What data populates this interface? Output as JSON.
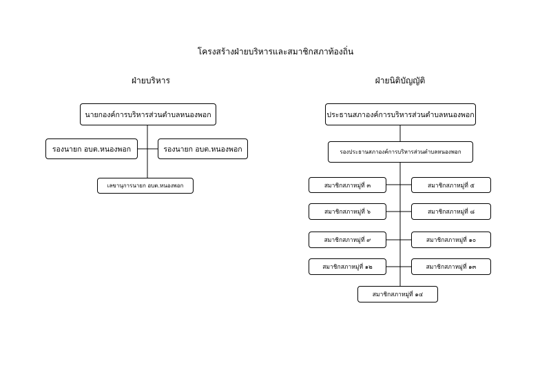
{
  "title": "โครงสร้างฝ่ายบริหารและสมาชิกสภาท้องถิ่น",
  "executive": {
    "heading": "ฝ่ายบริหาร",
    "mayor": "นายกองค์การบริหารส่วนตำบลหนองพอก",
    "deputy_left": "รองนายก อบต.หนองพอก",
    "deputy_right": "รองนายก อบต.หนองพอก",
    "secretary": "เลขานุการนายก อบต.หนองพอก"
  },
  "legislative": {
    "heading": "ฝ่ายนิติบัญญัติ",
    "chair": "ประธานสภาองค์การบริหารส่วนตำบลหนองพอก",
    "vice_chair": "รองประธานสภาองค์การบริหารส่วนตำบลหนองพอก",
    "members": [
      "สมาชิกสภาหมู่ที่ ๓",
      "สมาชิกสภาหมู่ที่ ๕",
      "สมาชิกสภาหมู่ที่ ๖",
      "สมาชิกสภาหมู่ที่ ๘",
      "สมาชิกสภาหมู่ที่ ๙",
      "สมาชิกสภาหมู่ที่ ๑๐",
      "สมาชิกสภาหมู่ที่ ๑๒",
      "สมาชิกสภาหมู่ที่ ๑๓",
      "สมาชิกสภาหมู่ที่ ๑๔"
    ]
  }
}
